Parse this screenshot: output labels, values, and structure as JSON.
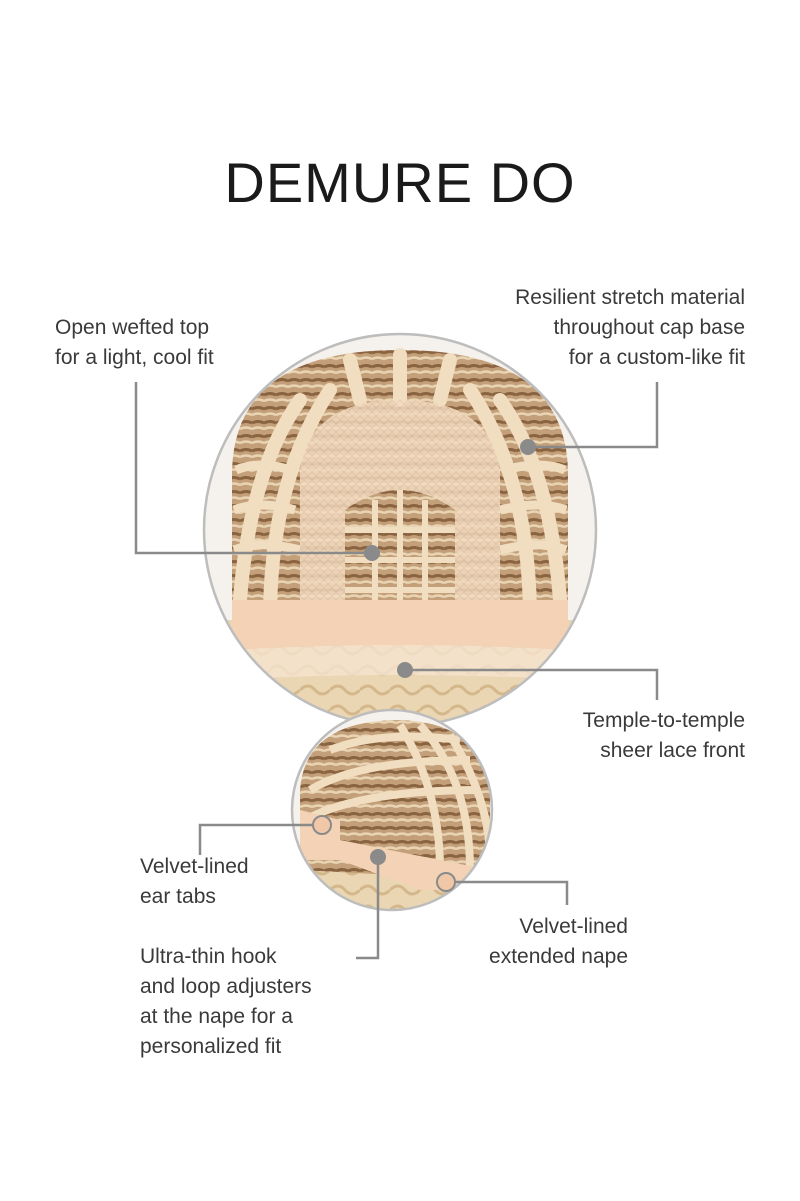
{
  "title": "DEMURE DO",
  "callouts": {
    "open_wefted_top": "Open wefted top\nfor a light, cool fit",
    "stretch_material": "Resilient stretch material\nthroughout cap base\nfor a custom-like fit",
    "lace_front": "Temple-to-temple\nsheer lace front",
    "ear_tabs": "Velvet-lined\near tabs",
    "adjusters": "Ultra-thin hook\nand loop adjusters\nat the nape for a\npersonalized fit",
    "nape": "Velvet-lined\nextended nape"
  },
  "colors": {
    "background": "#ffffff",
    "leader_line": "#8a8a8a",
    "circle_border": "#bdbdbd",
    "cap_ribbon": "#f2dcc0",
    "hair_brown": "#a07a52",
    "hair_blonde": "#e6cfa6"
  }
}
